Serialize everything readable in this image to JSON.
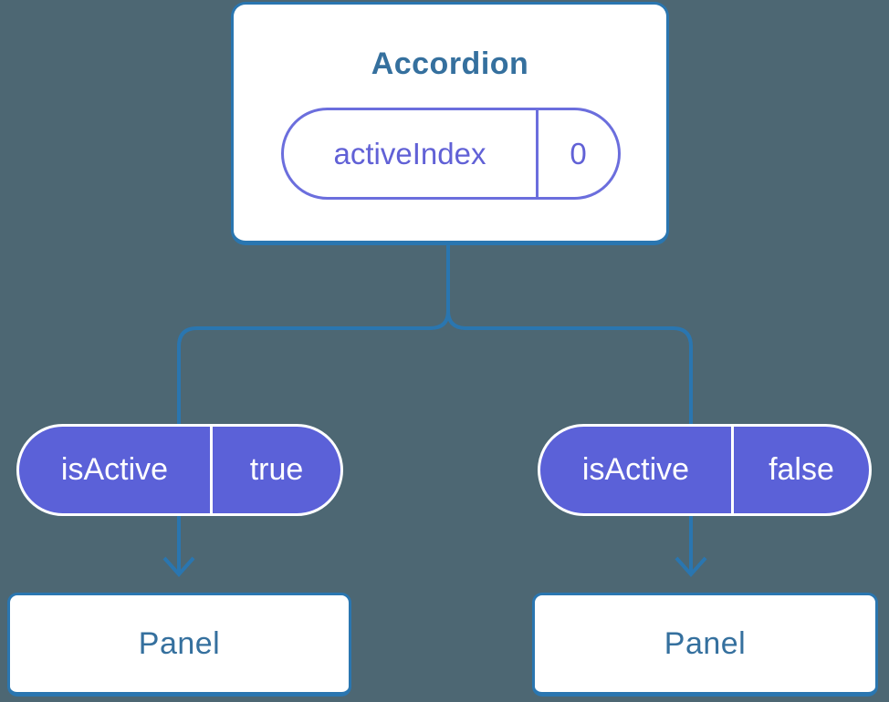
{
  "diagram": {
    "root": {
      "title": "Accordion",
      "state": {
        "name": "activeIndex",
        "value": "0"
      }
    },
    "children": [
      {
        "prop": {
          "name": "isActive",
          "value": "true"
        },
        "node": {
          "title": "Panel"
        }
      },
      {
        "prop": {
          "name": "isActive",
          "value": "false"
        },
        "node": {
          "title": "Panel"
        }
      }
    ]
  },
  "icons": {
    "connector_arrowhead": "arrow-down-icon"
  },
  "colors": {
    "background": "#4D6773",
    "connector": "#2A76B0",
    "card_border": "#2A76B0",
    "card_bg": "#FFFFFF",
    "node_text": "#35709E",
    "state_border": "#6B6EDD",
    "state_text": "#6161D6",
    "prop_bg": "#5B61D8",
    "prop_border": "#FFFFFF",
    "prop_text": "#FFFFFF"
  }
}
